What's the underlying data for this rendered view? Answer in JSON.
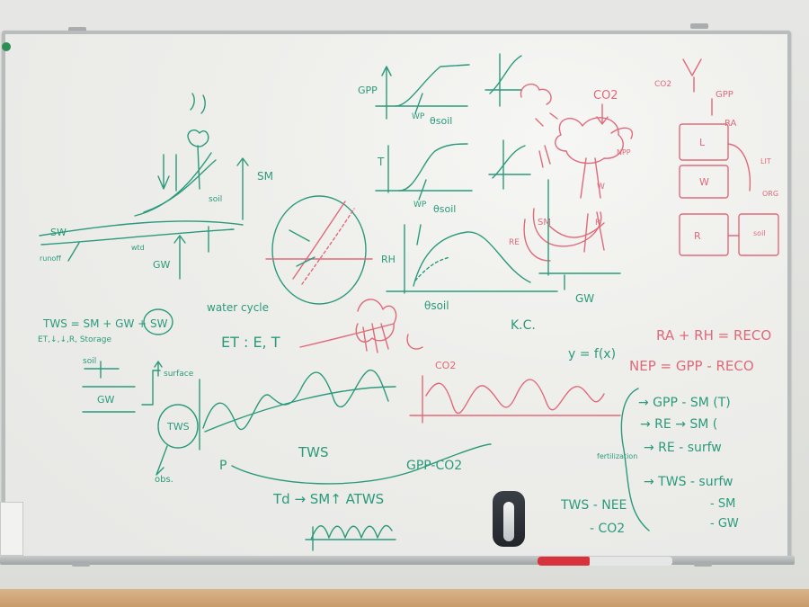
{
  "ink_colors": {
    "green_marker": "#2b9a7c",
    "red_marker": "#e06a7a"
  },
  "board_text": {
    "sm_label": "SM",
    "soil_label": "soil",
    "sw_label": "SW",
    "runoff_label": "runoff",
    "gw_label": "GW",
    "wtd_label": "wtd",
    "axis_gpp": "GPP",
    "axis_t": "T",
    "axis_rh": "RH",
    "wp_label_1": "WP",
    "theta_soil_1": "θsoil",
    "wp_label_2": "WP",
    "theta_soil_2": "θsoil",
    "theta_soil_3": "θsoil",
    "kc_label": "K.C.",
    "water_cycle": "water cycle",
    "et_line": "ET : E, T",
    "tws_eq": "TWS = SM + GW + SW",
    "et_sub": "ET,↓,↓,R,  Storage",
    "soil_small": "soil",
    "surface_label": "surface",
    "gw_small": "GW",
    "tws_circle": "TWS",
    "obs_label": "obs.",
    "p_label": "P",
    "tws_mid": "TWS",
    "gpp_co2": "GPP-CO2",
    "co2_wave": "CO2",
    "y_fx": "y = f(x)",
    "td_line": "Td → SM↑ ATWS",
    "co2_top": "CO2",
    "npp_label": "NPP",
    "w_label": "W",
    "r_label": "R",
    "re_label": "RE",
    "sm_red": "SM",
    "co2_box": "CO2",
    "gpp_box": "GPP",
    "ra_box": "RA",
    "l_box": "L",
    "w_box": "W",
    "r_box": "R",
    "litter_label": "LIT",
    "soil_red": "soil",
    "org_label": "ORG",
    "ra_rh_eq": "RA + RH = RECO",
    "nep_eq": "NEP = GPP - RECO",
    "gpp_sm": "→ GPP - SM (T)",
    "re_sm": "→ RE → SM (",
    "fertilization": "fertilization",
    "re_surfw": "→ RE - surfw",
    "tws_surfw": "→ TWS - surfw",
    "sm_list": "- SM",
    "gw_list": "- GW",
    "tws_nee": "TWS - NEE",
    "co2_bottom": "- CO2"
  }
}
